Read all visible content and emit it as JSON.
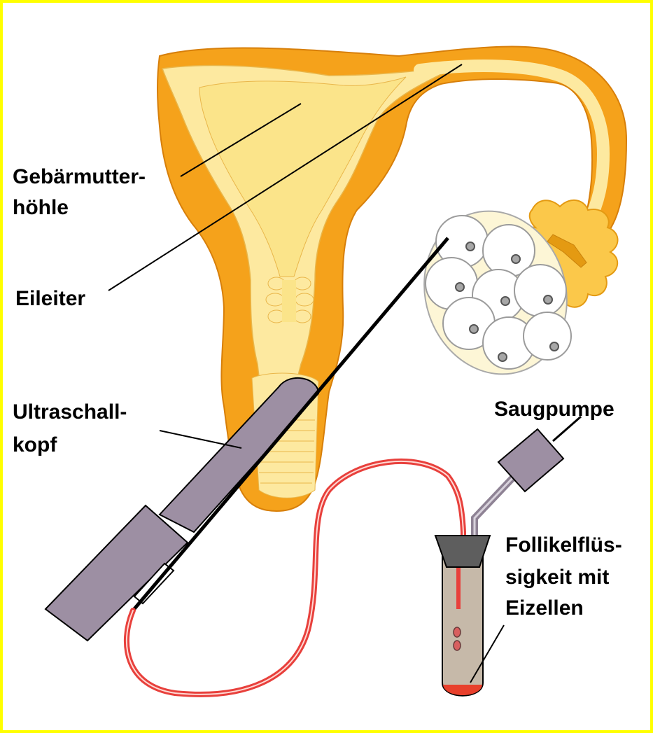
{
  "labels": {
    "cavity_line1": "Gebärmutter-",
    "cavity_line2": "höhle",
    "tube": "Eileiter",
    "probe_line1": "Ultraschall-",
    "probe_line2": "kopf",
    "pump": "Saugpumpe",
    "fluid_line1": "Follikelflüs-",
    "fluid_line2": "sigkeit mit",
    "fluid_line3": "Eizellen"
  },
  "colors": {
    "border": "#ffff00",
    "uterus_wall": "#f5a21b",
    "uterus_inner": "#fde9a0",
    "uterus_cavity": "#fbe48a",
    "ovary_fill": "#fdf6d6",
    "probe": "#9d8fa3",
    "tubing": "#e8403c",
    "tube_glass": "#c6b9a9",
    "collected_fluid": "#e8402c"
  }
}
